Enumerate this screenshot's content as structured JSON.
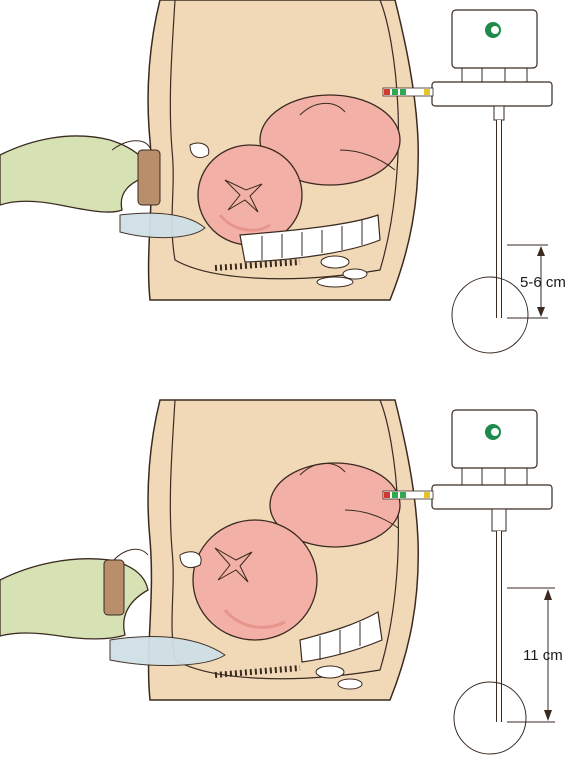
{
  "colors": {
    "skin": "#f1d9b8",
    "skin_outline": "#3a2a20",
    "baby": "#f2b0a6",
    "baby_shade": "#e8958b",
    "glove": "#d6e2b4",
    "probe": "#cfe0e6",
    "bone": "#ffffff",
    "gauge": "#ffffff",
    "logo_green": "#1f8a4c",
    "scale_green": "#2fa84f",
    "scale_red": "#d23b2f",
    "scale_yellow": "#e6c32a"
  },
  "panels": [
    {
      "id": "top",
      "measurement_label": "5-6 cm",
      "depth_value_cm": [
        5,
        6
      ]
    },
    {
      "id": "bottom",
      "measurement_label": "11 cm",
      "depth_value_cm": 11
    }
  ]
}
